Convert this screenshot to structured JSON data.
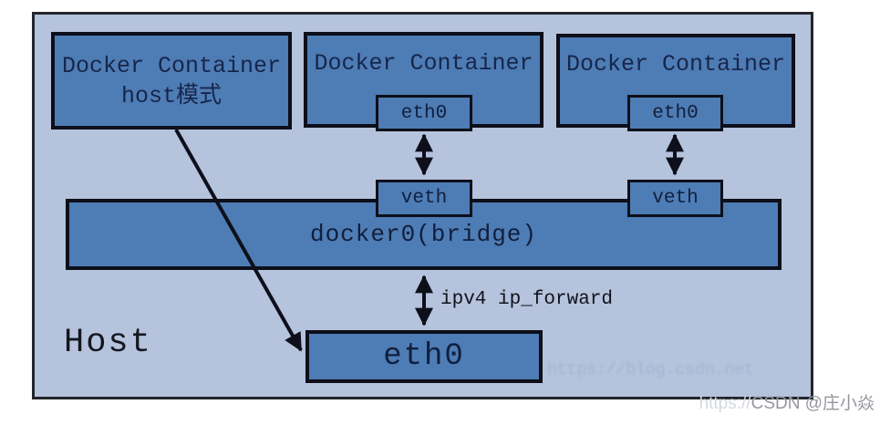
{
  "diagram": {
    "host_box_label": "Host",
    "containers": [
      {
        "line1": "Docker Container",
        "line2": "host模式"
      },
      {
        "line1": "Docker Container",
        "eth": "eth0"
      },
      {
        "line1": "Docker Container",
        "eth": "eth0"
      }
    ],
    "veths": [
      "veth",
      "veth"
    ],
    "bridge": "docker0(bridge)",
    "ip_forward": "ipv4 ip_forward",
    "host_eth": "eth0"
  },
  "watermark": {
    "faint_inner": "https://blog.csdn.net",
    "url_prefix": "https://",
    "handle": "CSDN @庄小焱"
  },
  "colors": {
    "canvas_bg": "#ffffff",
    "host_fill": "#b5c3dc",
    "node_fill": "#4e7cb5",
    "border": "#0d0f1a",
    "text_dark": "#16264a"
  }
}
